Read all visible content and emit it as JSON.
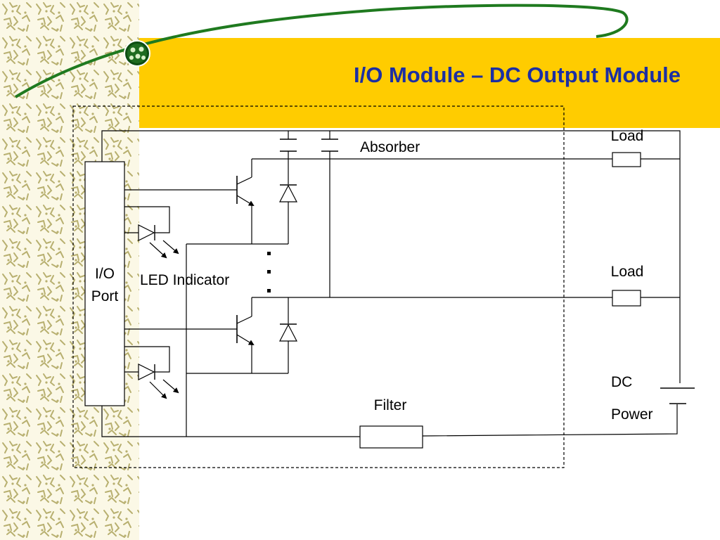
{
  "slide": {
    "title": "I/O Module – DC Output Module",
    "colors": {
      "header_band": "#ffcc00",
      "title_text": "#1c2fa3",
      "swoosh": "#1f7a1f",
      "texture_fill": "#fbf8e6",
      "texture_glyph": "#b8b070"
    },
    "decorations": [
      "pattern-texture-strip",
      "orbit-swoosh",
      "globe-node-icon"
    ]
  },
  "diagram": {
    "io_port_label_line1": "I/O",
    "io_port_label_line2": "Port",
    "led_indicator_label": "LED Indicator",
    "absorber_label": "Absorber",
    "load_label_top": "Load",
    "load_label_bottom": "Load",
    "dc_label": "DC",
    "power_label": "Power",
    "filter_label": "Filter"
  }
}
